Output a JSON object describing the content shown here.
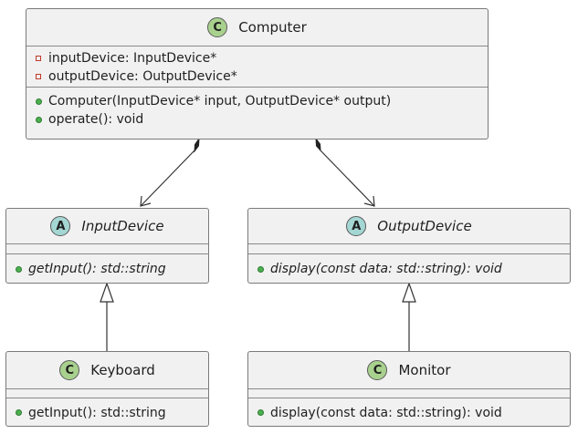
{
  "computer": {
    "name": "Computer",
    "badge": "C",
    "attributes": [
      {
        "visibility": "private",
        "text": "inputDevice: InputDevice*"
      },
      {
        "visibility": "private",
        "text": "outputDevice: OutputDevice*"
      }
    ],
    "methods": [
      {
        "visibility": "public",
        "text": "Computer(InputDevice* input, OutputDevice* output)"
      },
      {
        "visibility": "public",
        "text": "operate(): void"
      }
    ]
  },
  "input_device": {
    "name": "InputDevice",
    "badge": "A",
    "methods": [
      {
        "visibility": "public",
        "text": "getInput(): std::string"
      }
    ]
  },
  "output_device": {
    "name": "OutputDevice",
    "badge": "A",
    "methods": [
      {
        "visibility": "public",
        "text": "display(const data: std::string): void"
      }
    ]
  },
  "keyboard": {
    "name": "Keyboard",
    "badge": "C",
    "methods": [
      {
        "visibility": "public",
        "text": "getInput(): std::string"
      }
    ]
  },
  "monitor": {
    "name": "Monitor",
    "badge": "C",
    "methods": [
      {
        "visibility": "public",
        "text": "display(const data: std::string): void"
      }
    ]
  },
  "colors": {
    "class_fill": "#f1f1f1",
    "class_badge": "#a9d18e",
    "abstract_badge": "#a4d7d3",
    "private_marker": "#c0392b",
    "public_marker": "#4caf50"
  }
}
